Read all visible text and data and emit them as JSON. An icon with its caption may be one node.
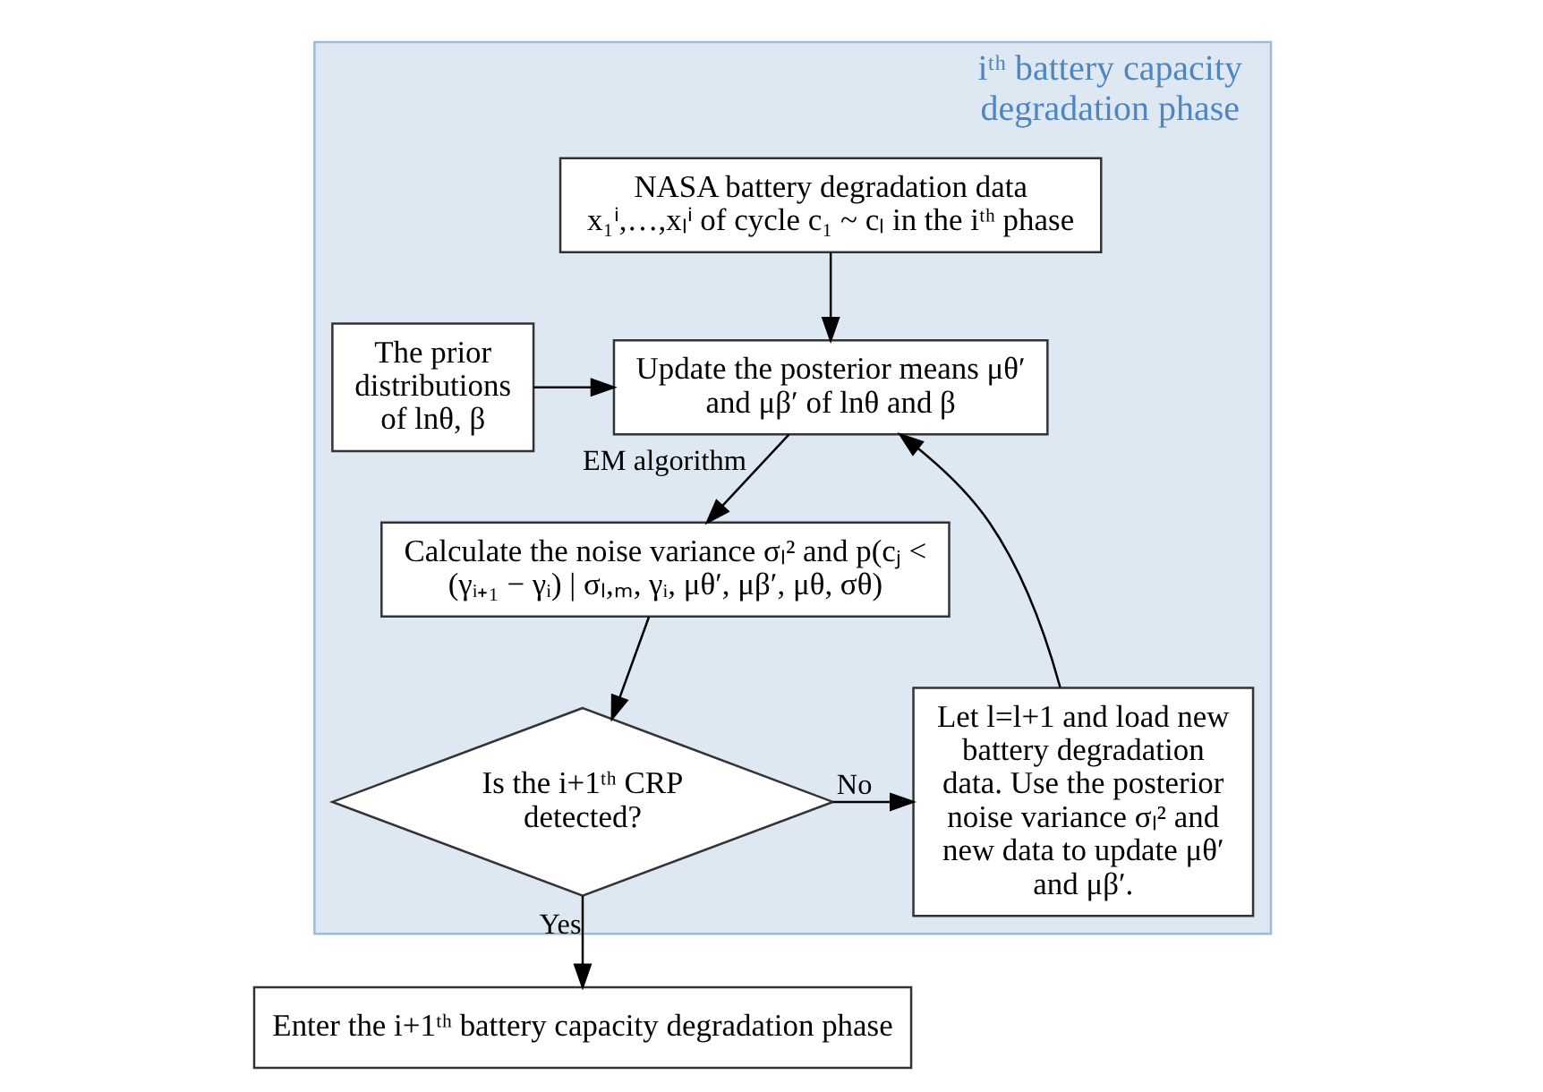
{
  "diagram": {
    "nodes": [
      {
        "text": [
          "iᵗʰ battery capacity degradation phase"
        ]
      },
      {
        "text": [
          "NASA battery degradation data",
          "x₁ⁱ,…,xₗⁱ of cycle c₁ ~ cₗ in the iᵗʰ phase"
        ],
        "in": 0
      },
      {
        "text": [
          "The prior distributions of lnθ, β"
        ],
        "in": 0
      },
      {
        "text": [
          "Update the posterior means μθ′ and μβ′ of lnθ and β"
        ],
        "in": 0
      },
      {
        "text": [
          "Calculate the noise variance σₗ² and p(cⱼ < (γᵢ₊₁ − γᵢ) | σₗ,ₘ, γᵢ, μθ′, μβ′, μθ, σθ)"
        ],
        "in": 0
      },
      {
        "text": [
          "Is the i+1ᵗʰ CRP detected?"
        ],
        "in": 0
      },
      {
        "text": [
          "Let l=l+1 and load new battery degradation data. Use the posterior noise variance σₗ² and new data to update μθ′ and μβ′."
        ],
        "in": 0
      },
      {
        "text": [
          "Enter the i+1ᵗʰ battery capacity degradation phase"
        ]
      }
    ],
    "edges": [
      {
        "from": 1,
        "to": 3,
        "arrow": "to"
      },
      {
        "from": 2,
        "to": 3,
        "arrow": "to"
      },
      {
        "from": 3,
        "to": 4,
        "arrow": "to",
        "label": "EM algorithm"
      },
      {
        "from": 4,
        "to": 5,
        "arrow": "to"
      },
      {
        "from": 5,
        "to": 6,
        "arrow": "to",
        "label": "No"
      },
      {
        "from": 6,
        "to": 3,
        "arrow": "to"
      },
      {
        "from": 5,
        "to": 7,
        "arrow": "to",
        "label": "Yes"
      }
    ]
  }
}
